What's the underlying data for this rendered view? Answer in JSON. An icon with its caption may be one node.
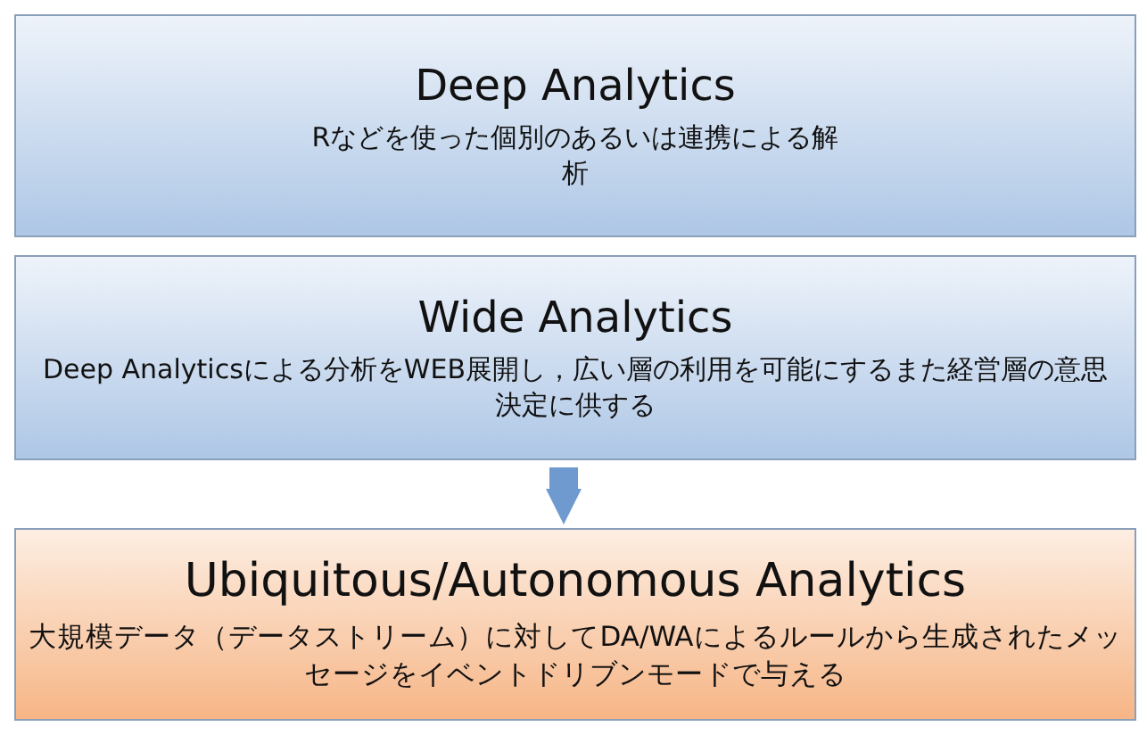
{
  "diagram": {
    "nodes": [
      {
        "text": [
          "Deep Analytics",
          "Rなどを使った個別のあるいは連携による解析"
        ]
      },
      {
        "text": [
          "Wide Analytics",
          "Deep Analyticsによる分析をWEB展開し，広い層の利用を可能にするまた経営層の意思決定に供する"
        ]
      },
      {
        "text": [
          "Ubiquitous/Autonomous Analytics",
          "大規模データ（データストリーム）に対してDA/WAによるルールから生成されたメッセージをイベントドリブンモードで与える"
        ]
      }
    ],
    "edges": [
      {
        "from": 1,
        "to": 2,
        "arrow": "to"
      }
    ]
  }
}
